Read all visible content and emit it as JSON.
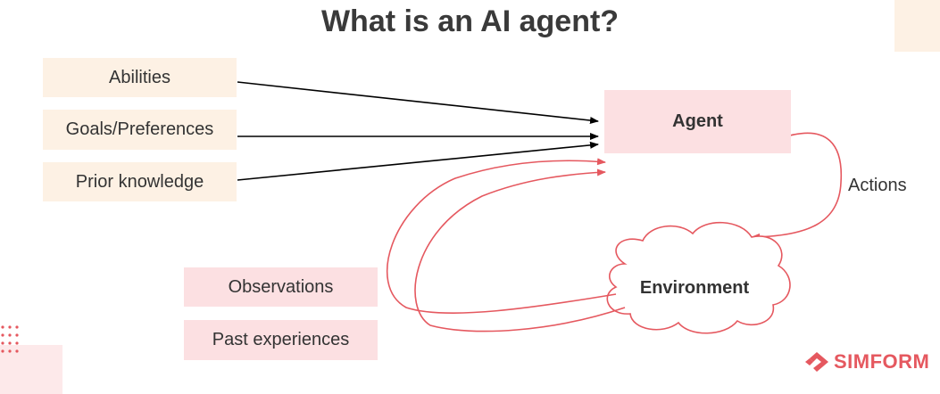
{
  "title": "What is an AI agent?",
  "inputs": {
    "abilities": "Abilities",
    "goals": "Goals/Preferences",
    "prior": "Prior knowledge"
  },
  "agent": "Agent",
  "actions": "Actions",
  "environment": "Environment",
  "feedback": {
    "observations": "Observations",
    "past": "Past experiences"
  },
  "brand": "SIMFORM",
  "colors": {
    "input_fill": "#fdf1e4",
    "pink_fill": "#fce0e2",
    "loop_stroke": "#e5585f",
    "arrow_stroke": "#000000",
    "brand": "#e5585f"
  }
}
